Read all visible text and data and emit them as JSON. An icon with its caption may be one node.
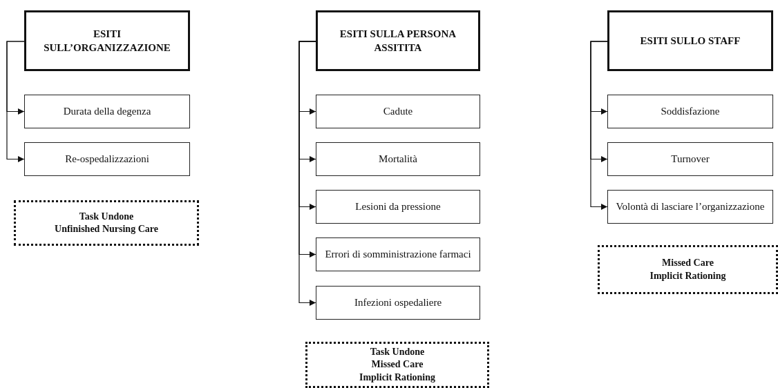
{
  "diagram": {
    "nodes": [
      {
        "text": [
          "ESITI SULL’ORGANIZZAZIONE"
        ]
      },
      {
        "text": [
          "Durata della degenza"
        ]
      },
      {
        "text": [
          "Re-ospedalizzazioni"
        ]
      },
      {
        "text": [
          "Task Undone",
          "Unfinished Nursing Care"
        ]
      },
      {
        "text": [
          "ESITI SULLA PERSONA ASSITITA"
        ]
      },
      {
        "text": [
          "Cadute"
        ]
      },
      {
        "text": [
          "Mortalità"
        ]
      },
      {
        "text": [
          "Lesioni da pressione"
        ]
      },
      {
        "text": [
          "Errori di somministrazione farmaci"
        ]
      },
      {
        "text": [
          "Infezioni ospedaliere"
        ]
      },
      {
        "text": [
          "Task Undone",
          "Missed Care",
          "Implicit Rationing"
        ]
      },
      {
        "text": [
          "ESITI SULLO STAFF"
        ]
      },
      {
        "text": [
          "Soddisfazione"
        ]
      },
      {
        "text": [
          "Turnover"
        ]
      },
      {
        "text": [
          "Volontà di lasciare l’organizzazione"
        ]
      },
      {
        "text": [
          "Missed Care",
          "Implicit Rationing"
        ]
      }
    ],
    "edges": [
      {
        "from": 0,
        "to": 1,
        "arrow": "to"
      },
      {
        "from": 0,
        "to": 2,
        "arrow": "to"
      },
      {
        "from": 4,
        "to": 5,
        "arrow": "to"
      },
      {
        "from": 4,
        "to": 6,
        "arrow": "to"
      },
      {
        "from": 4,
        "to": 7,
        "arrow": "to"
      },
      {
        "from": 4,
        "to": 8,
        "arrow": "to"
      },
      {
        "from": 4,
        "to": 9,
        "arrow": "to"
      },
      {
        "from": 11,
        "to": 12,
        "arrow": "to"
      },
      {
        "from": 11,
        "to": 13,
        "arrow": "to"
      },
      {
        "from": 11,
        "to": 14,
        "arrow": "to"
      }
    ]
  }
}
